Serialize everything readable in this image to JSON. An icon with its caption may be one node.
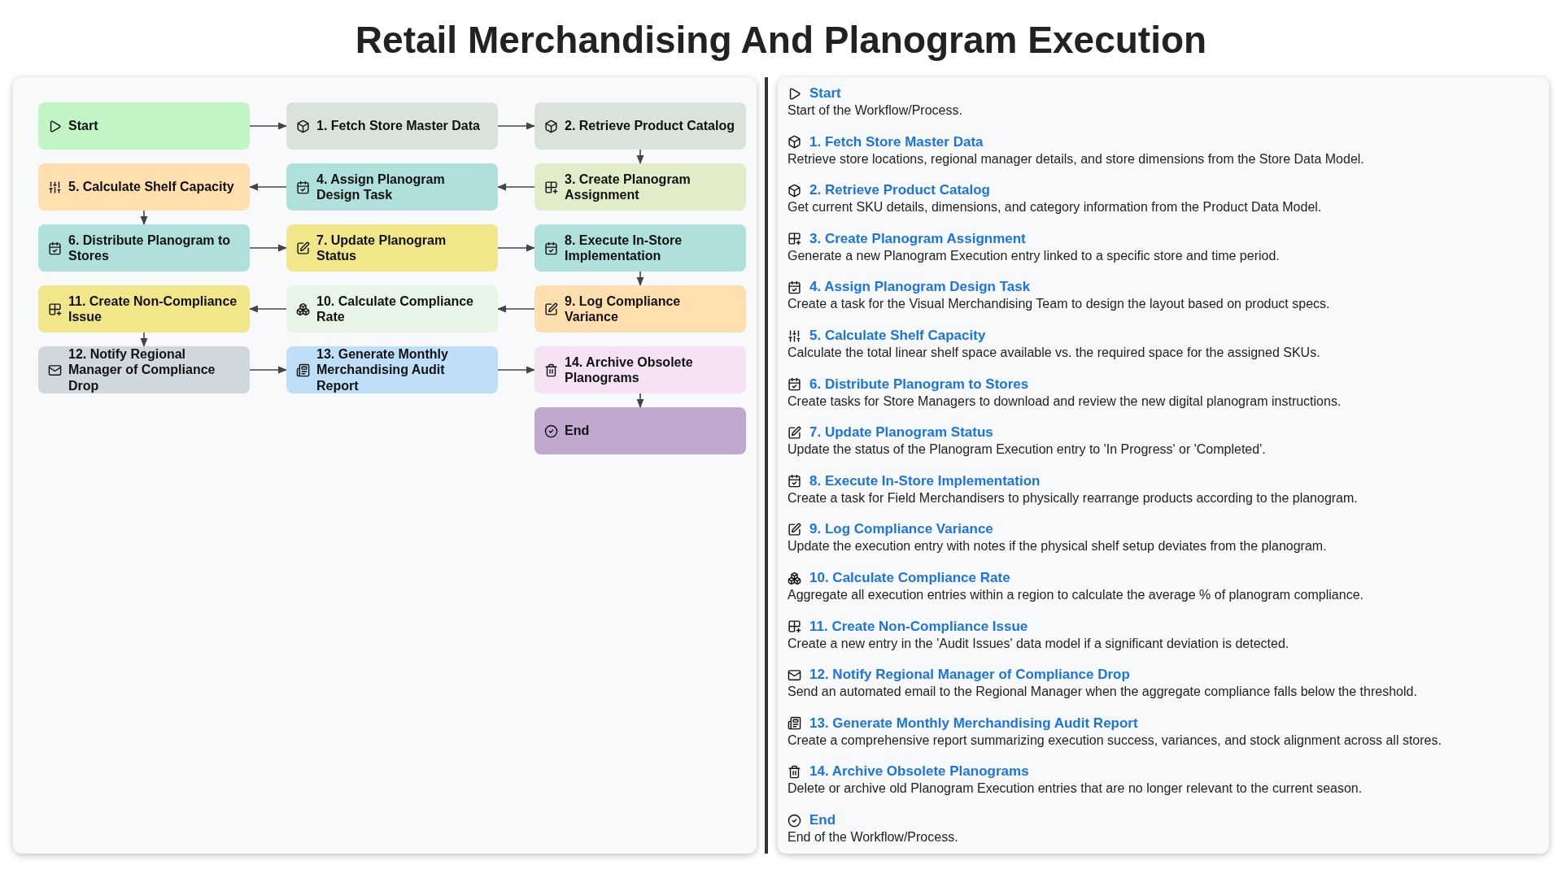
{
  "diagram": {
    "title": "Retail Merchandising And Planogram Execution",
    "nodes": [
      {
        "text": [
          "Start"
        ]
      },
      {
        "text": [
          "1. Fetch Store Master Data"
        ]
      },
      {
        "text": [
          "2. Retrieve Product Catalog"
        ]
      },
      {
        "text": [
          "5. Calculate Shelf Capacity"
        ]
      },
      {
        "text": [
          "4. Assign Planogram Design Task"
        ]
      },
      {
        "text": [
          "3. Create Planogram Assignment"
        ]
      },
      {
        "text": [
          "6. Distribute Planogram to Stores"
        ]
      },
      {
        "text": [
          "7. Update Planogram Status"
        ]
      },
      {
        "text": [
          "8. Execute In-Store Implementation"
        ]
      },
      {
        "text": [
          "11. Create Non-Compliance Issue"
        ]
      },
      {
        "text": [
          "10. Calculate Compliance Rate"
        ]
      },
      {
        "text": [
          "9. Log Compliance Variance"
        ]
      },
      {
        "text": [
          "12. Notify Regional Manager of Compliance Drop"
        ]
      },
      {
        "text": [
          "13. Generate Monthly Merchandising Audit Report"
        ]
      },
      {
        "text": [
          "14. Archive Obsolete Planograms"
        ]
      },
      {
        "text": [
          "End"
        ]
      }
    ],
    "edges": [
      {
        "from": 0,
        "to": 1,
        "arrow": "to"
      },
      {
        "from": 1,
        "to": 2,
        "arrow": "to"
      },
      {
        "from": 2,
        "to": 5,
        "arrow": "to"
      },
      {
        "from": 5,
        "to": 4,
        "arrow": "to"
      },
      {
        "from": 4,
        "to": 3,
        "arrow": "to"
      },
      {
        "from": 3,
        "to": 6,
        "arrow": "to"
      },
      {
        "from": 6,
        "to": 7,
        "arrow": "to"
      },
      {
        "from": 7,
        "to": 8,
        "arrow": "to"
      },
      {
        "from": 8,
        "to": 11,
        "arrow": "to"
      },
      {
        "from": 11,
        "to": 10,
        "arrow": "to"
      },
      {
        "from": 10,
        "to": 9,
        "arrow": "to"
      },
      {
        "from": 9,
        "to": 12,
        "arrow": "to"
      },
      {
        "from": 12,
        "to": 13,
        "arrow": "to"
      },
      {
        "from": 13,
        "to": 14,
        "arrow": "to"
      },
      {
        "from": 14,
        "to": 15,
        "arrow": "to"
      }
    ],
    "labels": [
      "Start",
      "Start of the Workflow/Process.",
      "1. Fetch Store Master Data",
      "Retrieve store locations, regional manager details, and store dimensions from the Store Data Model.",
      "2. Retrieve Product Catalog",
      "Get current SKU details, dimensions, and category information from the Product Data Model.",
      "3. Create Planogram Assignment",
      "Generate a new Planogram Execution entry linked to a specific store and time period.",
      "4. Assign Planogram Design Task",
      "Create a task for the Visual Merchandising Team to design the layout based on product specs.",
      "5. Calculate Shelf Capacity",
      "Calculate the total linear shelf space available vs. the required space for the assigned SKUs.",
      "6. Distribute Planogram to Stores",
      "Create tasks for Store Managers to download and review the new digital planogram instructions.",
      "7. Update Planogram Status",
      "Update the status of the Planogram Execution entry to 'In Progress' or 'Completed'.",
      "8. Execute In-Store Implementation",
      "Create a task for Field Merchandisers to physically rearrange products according to the planogram.",
      "9. Log Compliance Variance",
      "Update the execution entry with notes if the physical shelf setup deviates from the planogram.",
      "10. Calculate Compliance Rate",
      "Aggregate all execution entries within a region to calculate the average % of planogram compliance.",
      "11. Create Non-Compliance Issue",
      "Create a new entry in the 'Audit Issues' data model if a significant deviation is detected.",
      "12. Notify Regional Manager of Compliance Drop",
      "Send an automated email to the Regional Manager when the aggregate compliance falls below the threshold.",
      "13. Generate Monthly Merchandising Audit Report",
      "Create a comprehensive report summarizing execution success, variances, and stock alignment across all stores.",
      "14. Archive Obsolete Planograms",
      "Delete or archive old Planogram Execution entries that are no longer relevant to the current season.",
      "End",
      "End of the Workflow/Process."
    ]
  }
}
